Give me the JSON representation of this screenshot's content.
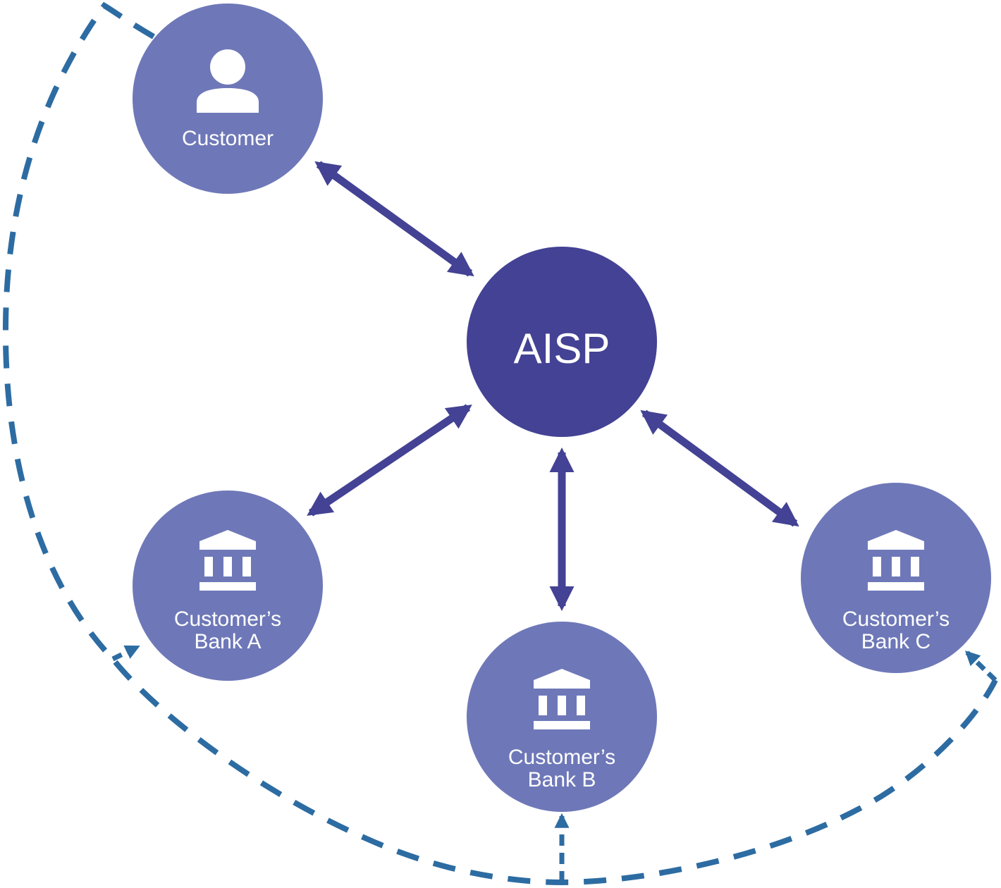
{
  "colors": {
    "node_fill": "#6e78b8",
    "center_fill": "#434294",
    "arrow": "#434294",
    "dashed_path": "#2d6ca2",
    "text": "#ffffff"
  },
  "center": {
    "label": "AISP"
  },
  "nodes": {
    "customer": {
      "label": "Customer",
      "icon": "person-icon"
    },
    "bank_a": {
      "line1": "Customer’s",
      "line2": "Bank A",
      "icon": "bank-icon"
    },
    "bank_b": {
      "line1": "Customer’s",
      "line2": "Bank B",
      "icon": "bank-icon"
    },
    "bank_c": {
      "line1": "Customer’s",
      "line2": "Bank C",
      "icon": "bank-icon"
    }
  }
}
